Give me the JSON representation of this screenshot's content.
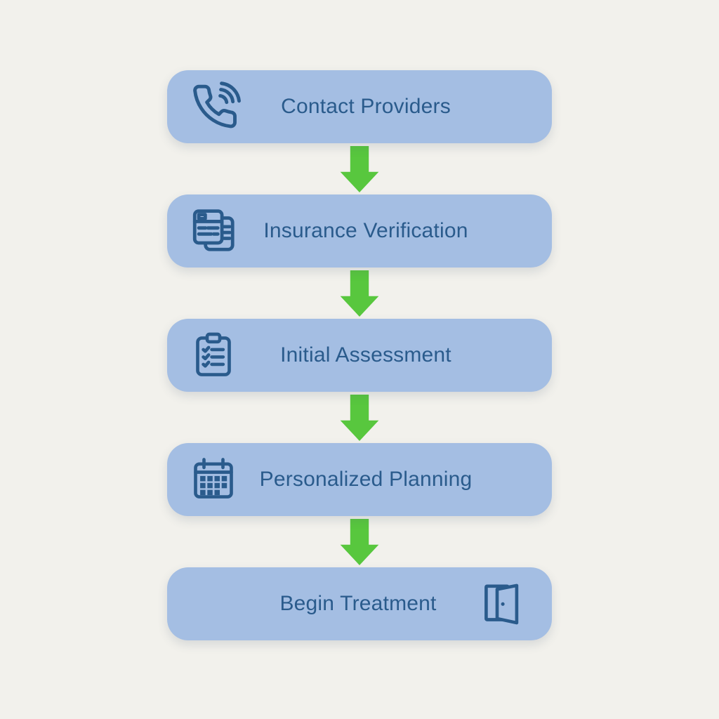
{
  "flowchart": {
    "steps": [
      {
        "label": "Contact Providers",
        "icon": "phone-call-icon",
        "icon_position": "left"
      },
      {
        "label": "Insurance Verification",
        "icon": "insurance-documents-icon",
        "icon_position": "left"
      },
      {
        "label": "Initial Assessment",
        "icon": "clipboard-checklist-icon",
        "icon_position": "left"
      },
      {
        "label": "Personalized Planning",
        "icon": "calendar-icon",
        "icon_position": "left"
      },
      {
        "label": "Begin Treatment",
        "icon": "open-door-icon",
        "icon_position": "right"
      }
    ],
    "connector": {
      "shape": "block-arrow-down",
      "count": 4
    }
  },
  "colors": {
    "background": "#f2f1ec",
    "box_fill": "#a4bee3",
    "icon_and_text": "#2a5b8c",
    "arrow_green": "#58c73e"
  }
}
